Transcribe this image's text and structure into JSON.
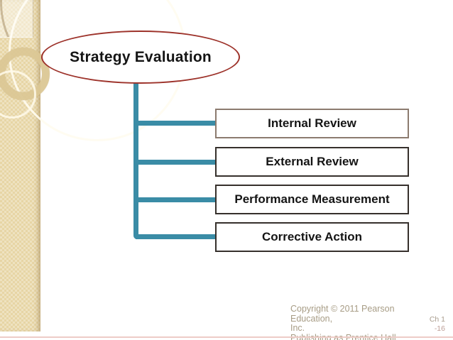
{
  "diagram": {
    "title": "Strategy Evaluation",
    "boxes": [
      {
        "label": "Internal Review"
      },
      {
        "label": "External Review"
      },
      {
        "label": "Performance Measurement"
      },
      {
        "label": "Corrective Action"
      }
    ]
  },
  "footer": {
    "copyright_line1": "Copyright © 2011 Pearson Education,",
    "copyright_line2": "Inc.",
    "copyright_line3": "Publishing as Prentice Hall",
    "chapter_label": "Ch 1",
    "page_label": "-16"
  },
  "colors": {
    "connector_teal": "#3a8ca6",
    "ellipse_red": "#9d322a",
    "strip_beige": "#e7d5a5",
    "box_border_dark": "#36302c",
    "box_border_light": "#8c7b6f",
    "footer_gray": "#a79c85",
    "pink_rule": "#eeccc7"
  }
}
